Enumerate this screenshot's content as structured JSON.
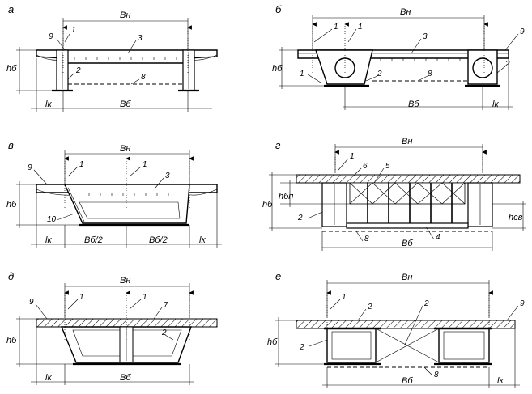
{
  "panels": [
    {
      "letter": "а",
      "bn": "Bн",
      "h": "hб",
      "lk": "lк",
      "bb": "Bб",
      "callouts": [
        "9",
        "1",
        "3",
        "2",
        "8"
      ]
    },
    {
      "letter": "б",
      "bn": "Bн",
      "h": "hб",
      "lk": "lк",
      "bb": "Bб",
      "callouts": [
        "1",
        "1",
        "3",
        "9",
        "2",
        "2",
        "8",
        "1"
      ]
    },
    {
      "letter": "в",
      "bn": "Bн",
      "h": "hб",
      "lk": "lк",
      "lk2": "lк",
      "half1": "Bб/2",
      "half2": "Bб/2",
      "callouts": [
        "9",
        "1",
        "1",
        "3",
        "10"
      ]
    },
    {
      "letter": "г",
      "bn": "Bн",
      "h": "hб",
      "hbr": "hбп",
      "hsv": "hсв",
      "bb": "Bб",
      "callouts": [
        "1",
        "6",
        "5",
        "2",
        "8",
        "4"
      ]
    },
    {
      "letter": "д",
      "bn": "Bн",
      "h": "hб",
      "lk": "lк",
      "bb": "Bб",
      "callouts": [
        "9",
        "1",
        "1",
        "7",
        "2"
      ]
    },
    {
      "letter": "е",
      "bn": "Bн",
      "h": "hб",
      "lk": "lк",
      "bb": "Bб",
      "callouts": [
        "1",
        "2",
        "2",
        "9",
        "2",
        "8"
      ]
    }
  ]
}
